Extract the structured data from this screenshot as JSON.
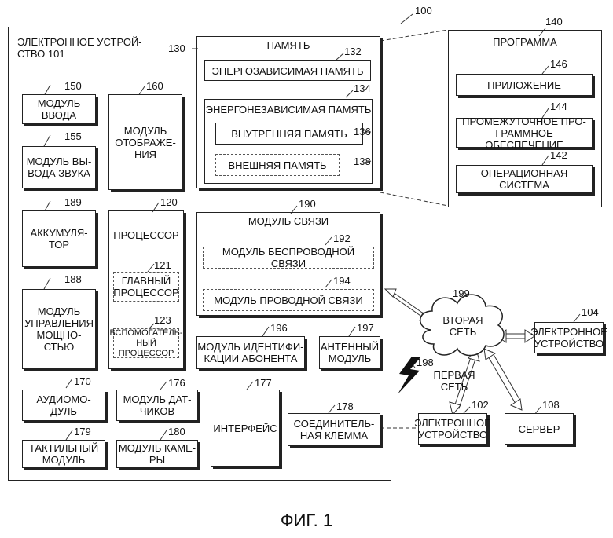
{
  "fig_num": "100",
  "device_label": "ЭЛЕКТРОННОЕ УСТРОЙ-\nСТВО 101",
  "memory": {
    "num": "130",
    "title": "ПАМЯТЬ",
    "volatile": {
      "num": "132",
      "label": "ЭНЕРГОЗАВИСИМАЯ ПАМЯТЬ"
    },
    "nonvolatile": {
      "num": "134",
      "label": "ЭНЕРГОНЕЗАВИСИМАЯ ПАМЯТЬ"
    },
    "internal": {
      "num": "136",
      "label": "ВНУТРЕННЯЯ ПАМЯТЬ"
    },
    "external": {
      "num": "138",
      "label": "ВНЕШНЯЯ ПАМЯТЬ"
    }
  },
  "program": {
    "num": "140",
    "title": "ПРОГРАММА",
    "app": {
      "num": "146",
      "label": "ПРИЛОЖЕНИЕ"
    },
    "middleware": {
      "num": "144",
      "label": "ПРОМЕЖУТОЧНОЕ ПРО-\nГРАММНОЕ ОБЕСПЕЧЕНИЕ"
    },
    "os": {
      "num": "142",
      "label": "ОПЕРАЦИОННАЯ СИСТЕМА"
    }
  },
  "input": {
    "num": "150",
    "label": "МОДУЛЬ\nВВОДА"
  },
  "sound": {
    "num": "155",
    "label": "МОДУЛЬ ВЫ-\nВОДА ЗВУКА"
  },
  "display": {
    "num": "160",
    "label": "МОДУЛЬ\nОТОБРАЖЕ-\nНИЯ"
  },
  "battery": {
    "num": "189",
    "label": "АККУМУЛЯ-\nТОР"
  },
  "power": {
    "num": "188",
    "label": "МОДУЛЬ\nУПРАВЛЕНИЯ\nМОЩНО-\nСТЬЮ"
  },
  "processor": {
    "num": "120",
    "title": "ПРОЦЕССОР",
    "main": {
      "num": "121",
      "label": "ГЛАВНЫЙ\nПРОЦЕССОР"
    },
    "aux": {
      "num": "123",
      "label": "ВСПОМОГАТЕЛЬ-\nНЫЙ ПРОЦЕССОР"
    }
  },
  "comm": {
    "num": "190",
    "title": "МОДУЛЬ СВЯЗИ",
    "wireless": {
      "num": "192",
      "label": "МОДУЛЬ БЕСПРОВОДНОЙ СВЯЗИ"
    },
    "wired": {
      "num": "194",
      "label": "МОДУЛЬ ПРОВОДНОЙ СВЯЗИ"
    }
  },
  "sim": {
    "num": "196",
    "label": "МОДУЛЬ ИДЕНТИФИ-\nКАЦИИ АБОНЕНТА"
  },
  "antenna": {
    "num": "197",
    "label": "АНТЕННЫЙ\nМОДУЛЬ"
  },
  "audio": {
    "num": "170",
    "label": "АУДИОМО-\nДУЛЬ"
  },
  "sensor": {
    "num": "176",
    "label": "МОДУЛЬ ДАТ-\nЧИКОВ"
  },
  "interface": {
    "num": "177",
    "label": "ИНТЕРФЕЙС"
  },
  "connector": {
    "num": "178",
    "label": "СОЕДИНИТЕЛЬ-\nНАЯ КЛЕММА"
  },
  "haptic": {
    "num": "179",
    "label": "ТАКТИЛЬНЫЙ\nМОДУЛЬ"
  },
  "camera": {
    "num": "180",
    "label": "МОДУЛЬ КАМЕ-\nРЫ"
  },
  "network2": {
    "num": "199",
    "label": "ВТОРАЯ\nСЕТЬ"
  },
  "network1": {
    "num": "198",
    "label": "ПЕРВАЯ\nСЕТЬ"
  },
  "dev104": {
    "num": "104",
    "label": "ЭЛЕКТРОННОЕ\nУСТРОЙСТВО"
  },
  "dev102": {
    "num": "102",
    "label": "ЭЛЕКТРОННОЕ\nУСТРОЙСТВО"
  },
  "server": {
    "num": "108",
    "label": "СЕРВЕР"
  },
  "caption": "ФИГ. 1"
}
